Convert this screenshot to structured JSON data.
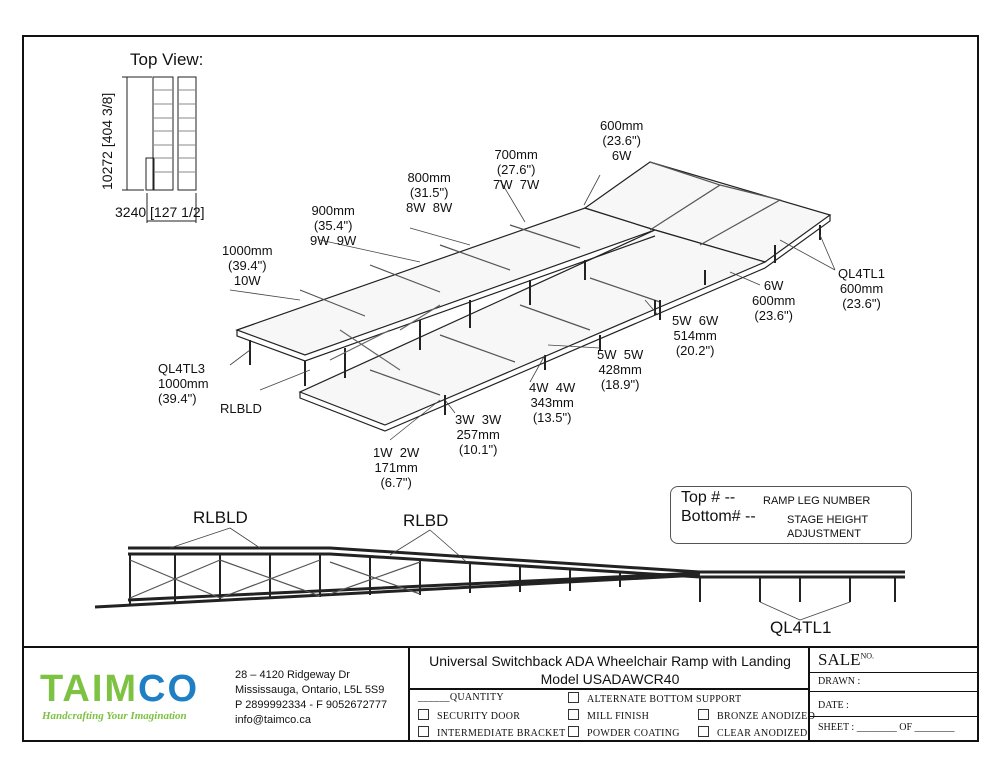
{
  "top_view": {
    "title": "Top View:",
    "height_dim": "10272 [404 3/8]",
    "width_dim": "3240 [127 1/2]"
  },
  "iso_labels": [
    {
      "id": "600-top",
      "lines": [
        "600mm",
        "(23.6\")",
        "6W"
      ]
    },
    {
      "id": "700",
      "lines": [
        "700mm",
        "(27.6\")",
        "7W  7W"
      ]
    },
    {
      "id": "800",
      "lines": [
        "800mm",
        "(31.5\")",
        "8W  8W"
      ]
    },
    {
      "id": "900",
      "lines": [
        "900mm",
        "(35.4\")",
        "9W  9W"
      ]
    },
    {
      "id": "1000",
      "lines": [
        "1000mm",
        "(39.4\")",
        "10W"
      ]
    },
    {
      "id": "ql4tl1",
      "lines": [
        "QL4TL1",
        "600mm",
        "(23.6\")"
      ]
    },
    {
      "id": "6w",
      "lines": [
        "6W",
        "600mm",
        "(23.6\")"
      ]
    },
    {
      "id": "514",
      "lines": [
        "5W  6W",
        "514mm",
        "(20.2\")"
      ]
    },
    {
      "id": "428",
      "lines": [
        "5W  5W",
        "428mm",
        "(18.9\")"
      ]
    },
    {
      "id": "343",
      "lines": [
        "4W  4W",
        "343mm",
        "(13.5\")"
      ]
    },
    {
      "id": "257",
      "lines": [
        "3W  3W",
        "257mm",
        "(10.1\")"
      ]
    },
    {
      "id": "171",
      "lines": [
        "1W  2W",
        "171mm",
        "(6.7\")"
      ]
    },
    {
      "id": "ql4tl3",
      "lines": [
        "QL4TL3",
        "1000mm",
        "(39.4\")"
      ]
    },
    {
      "id": "rlbld",
      "lines": [
        "RLBLD"
      ]
    }
  ],
  "legend": {
    "top_key": "Top # --",
    "top_desc": "RAMP LEG NUMBER",
    "bottom_key": "Bottom# --",
    "bottom_desc1": "STAGE HEIGHT",
    "bottom_desc2": "ADJUSTMENT"
  },
  "side_labels": {
    "rlbld": "RLBLD",
    "rlbd": "RLBD",
    "ql4tl1": "QL4TL1"
  },
  "title_block": {
    "logo": "TAIMCO",
    "tagline": "Handcrafting Your Imagination",
    "address": [
      "28 – 4120 Ridgeway Dr",
      "Mississauga, Ontario, L5L 5S9",
      "P 2899992334 - F 9052672777",
      "info@taimco.ca"
    ],
    "title": "Universal Switchback ADA Wheelchair Ramp with Landing",
    "model": "Model USADAWCR40",
    "quantity": "QUANTITY",
    "options": [
      "SECURITY DOOR",
      "INTERMEDIATE BRACKET",
      "ALTERNATE BOTTOM SUPPORT",
      "MILL FINISH",
      "POWDER COATING",
      "BRONZE ANODIZED",
      "CLEAR ANODIZED"
    ],
    "sale": "SALE",
    "sale_no": "NO.",
    "drawn": "DRAWN :",
    "date": "DATE :",
    "sheet": "SHEET :",
    "of": "OF"
  }
}
